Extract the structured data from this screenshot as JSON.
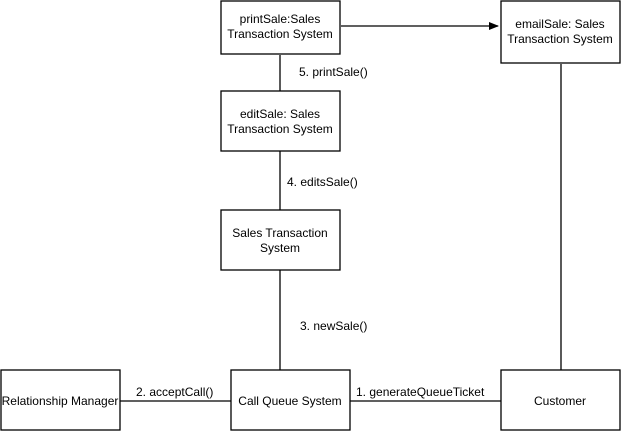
{
  "nodes": {
    "print_sale": {
      "line1": "printSale:Sales",
      "line2": "Transaction System"
    },
    "email_sale": {
      "line1": "emailSale: Sales",
      "line2": "Transaction System"
    },
    "edit_sale": {
      "line1": "editSale: Sales",
      "line2": "Transaction System"
    },
    "sales_transaction": {
      "line1": "Sales Transaction",
      "line2": "System"
    },
    "relationship_manager": {
      "label": "Relationship Manager"
    },
    "call_queue": {
      "label": "Call Queue System"
    },
    "customer": {
      "label": "Customer"
    }
  },
  "messages": {
    "m1": "1. generateQueueTicket",
    "m2": "2. acceptCall()",
    "m3": "3. newSale()",
    "m4": "4. editsSale()",
    "m5": "5. printSale()"
  },
  "colors": {
    "stroke": "#000000",
    "fill": "#ffffff",
    "text": "#000000"
  }
}
